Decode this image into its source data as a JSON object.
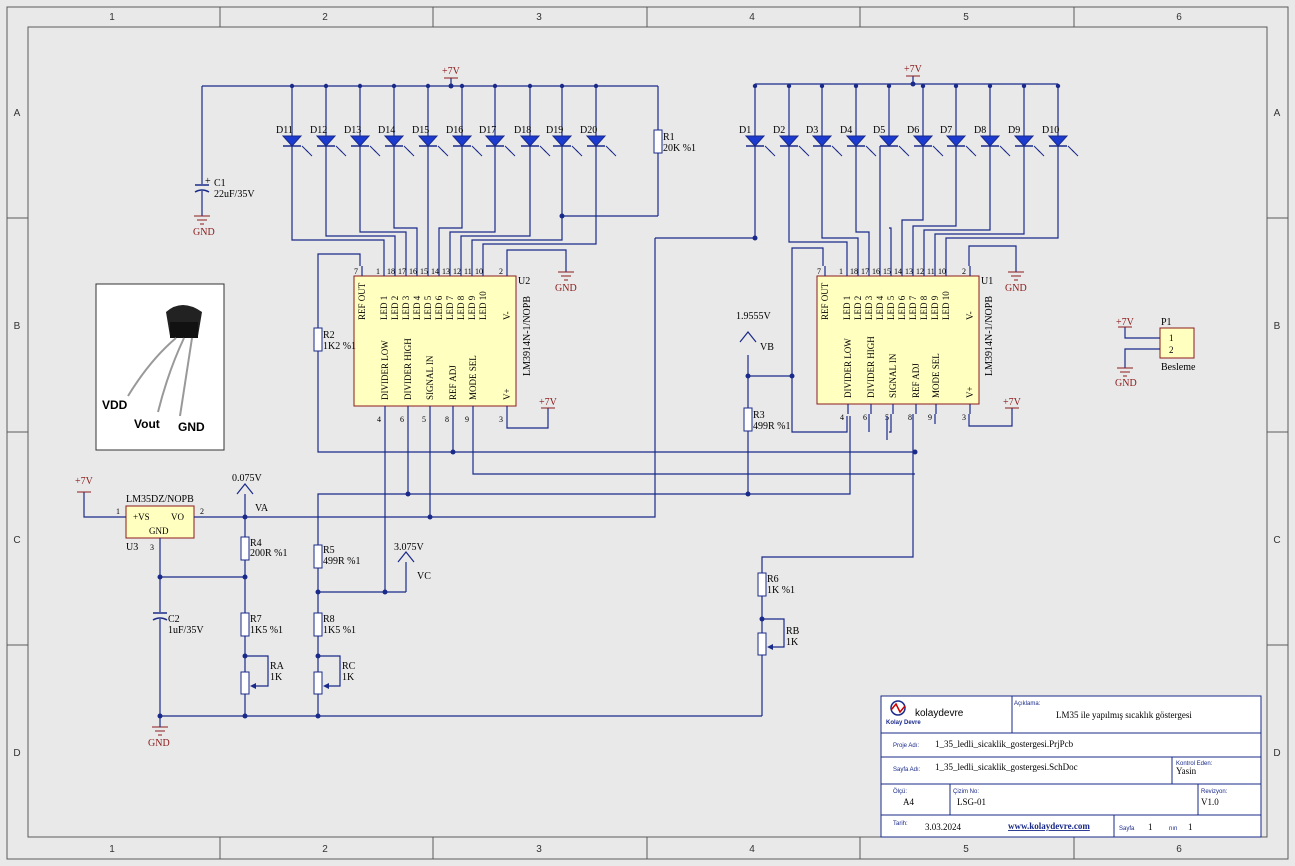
{
  "grid": {
    "cols": [
      "1",
      "2",
      "3",
      "4",
      "5",
      "6"
    ],
    "rows": [
      "A",
      "B",
      "C",
      "D"
    ]
  },
  "leds_left": [
    "D11",
    "D12",
    "D13",
    "D14",
    "D15",
    "D16",
    "D17",
    "D18",
    "D19",
    "D20"
  ],
  "leds_right": [
    "D1",
    "D2",
    "D3",
    "D4",
    "D5",
    "D6",
    "D7",
    "D8",
    "D9",
    "D10"
  ],
  "power": {
    "plus7v": "+7V",
    "gnd": "GND"
  },
  "c1": {
    "ref": "C1",
    "value": "22uF/35V"
  },
  "c2": {
    "ref": "C2",
    "value": "1uF/35V"
  },
  "r1": {
    "ref": "R1",
    "value": "20K %1"
  },
  "r2": {
    "ref": "R2",
    "value": "1K2 %1"
  },
  "r3": {
    "ref": "R3",
    "value": "499R %1"
  },
  "r4": {
    "ref": "R4",
    "value": "200R %1"
  },
  "r5": {
    "ref": "R5",
    "value": "499R %1"
  },
  "r6": {
    "ref": "R6",
    "value": "1K %1"
  },
  "r7": {
    "ref": "R7",
    "value": "1K5 %1"
  },
  "r8": {
    "ref": "R8",
    "value": "1K5 %1"
  },
  "ra": {
    "ref": "RA",
    "value": "1K"
  },
  "rb": {
    "ref": "RB",
    "value": "1K"
  },
  "rc": {
    "ref": "RC",
    "value": "1K"
  },
  "u1": {
    "ref": "U1",
    "part": "LM3914N-1/NOPB"
  },
  "u2": {
    "ref": "U2",
    "part": "LM3914N-1/NOPB"
  },
  "u3": {
    "ref": "U3",
    "part": "LM35DZ/NOPB",
    "vs": "+VS",
    "vo": "VO",
    "gnd": "GND"
  },
  "chip_pins_top": [
    "REF OUT",
    "LED 1",
    "LED 2",
    "LED 3",
    "LED 4",
    "LED 5",
    "LED 6",
    "LED 7",
    "LED 8",
    "LED 9",
    "LED 10",
    "V-"
  ],
  "chip_pins_top_nums": [
    "7",
    "1",
    "18",
    "17",
    "16",
    "15",
    "14",
    "13",
    "12",
    "11",
    "10",
    "2"
  ],
  "chip_pins_bottom": [
    "DIVIDER LOW",
    "DIVIDER HIGH",
    "SIGNAL IN",
    "REF ADJ",
    "MODE SEL",
    "V+"
  ],
  "chip_pins_bottom_nums": [
    "4",
    "6",
    "5",
    "8",
    "9",
    "3"
  ],
  "net": {
    "va": "VA",
    "va_v": "0.075V",
    "vb": "VB",
    "vb_v": "1.9555V",
    "vc": "VC",
    "vc_v": "3.075V"
  },
  "p1": {
    "ref": "P1",
    "pin1": "1",
    "pin2": "2",
    "name": "Besleme"
  },
  "sensor": {
    "vdd": "VDD",
    "vout": "Vout",
    "gnd": "GND"
  },
  "pin_nums": {
    "u3_in": "1",
    "u3_out": "2",
    "u3_gnd": "3"
  },
  "title_block": {
    "company": "kolaydevre",
    "logo_text": "Kolay Devre",
    "aciklama_label": "Açıklama:",
    "aciklama": "LM35 ile yapılmış sıcaklık göstergesi",
    "proje_label": "Proje Adı:",
    "proje": "1_35_ledli_sicaklik_gostergesi.PrjPcb",
    "sayfa_adi_label": "Sayfa Adı:",
    "sayfa_adi": "1_35_ledli_sicaklik_gostergesi.SchDoc",
    "kontrol_label": "Kontrol Eden:",
    "kontrol": "Yasin",
    "olcu_label": "Ölçü:",
    "olcu": "A4",
    "cizim_label": "Çizim No:",
    "cizim": "LSG-01",
    "revizyon_label": "Revizyon:",
    "revizyon": "V1.0",
    "tarih_label": "Tarih:",
    "tarih": "3.03.2024",
    "web": "www.kolaydevre.com",
    "sayfa_label": "Sayfa",
    "sayfa": "1",
    "nin_label": "nın",
    "toplam": "1"
  }
}
